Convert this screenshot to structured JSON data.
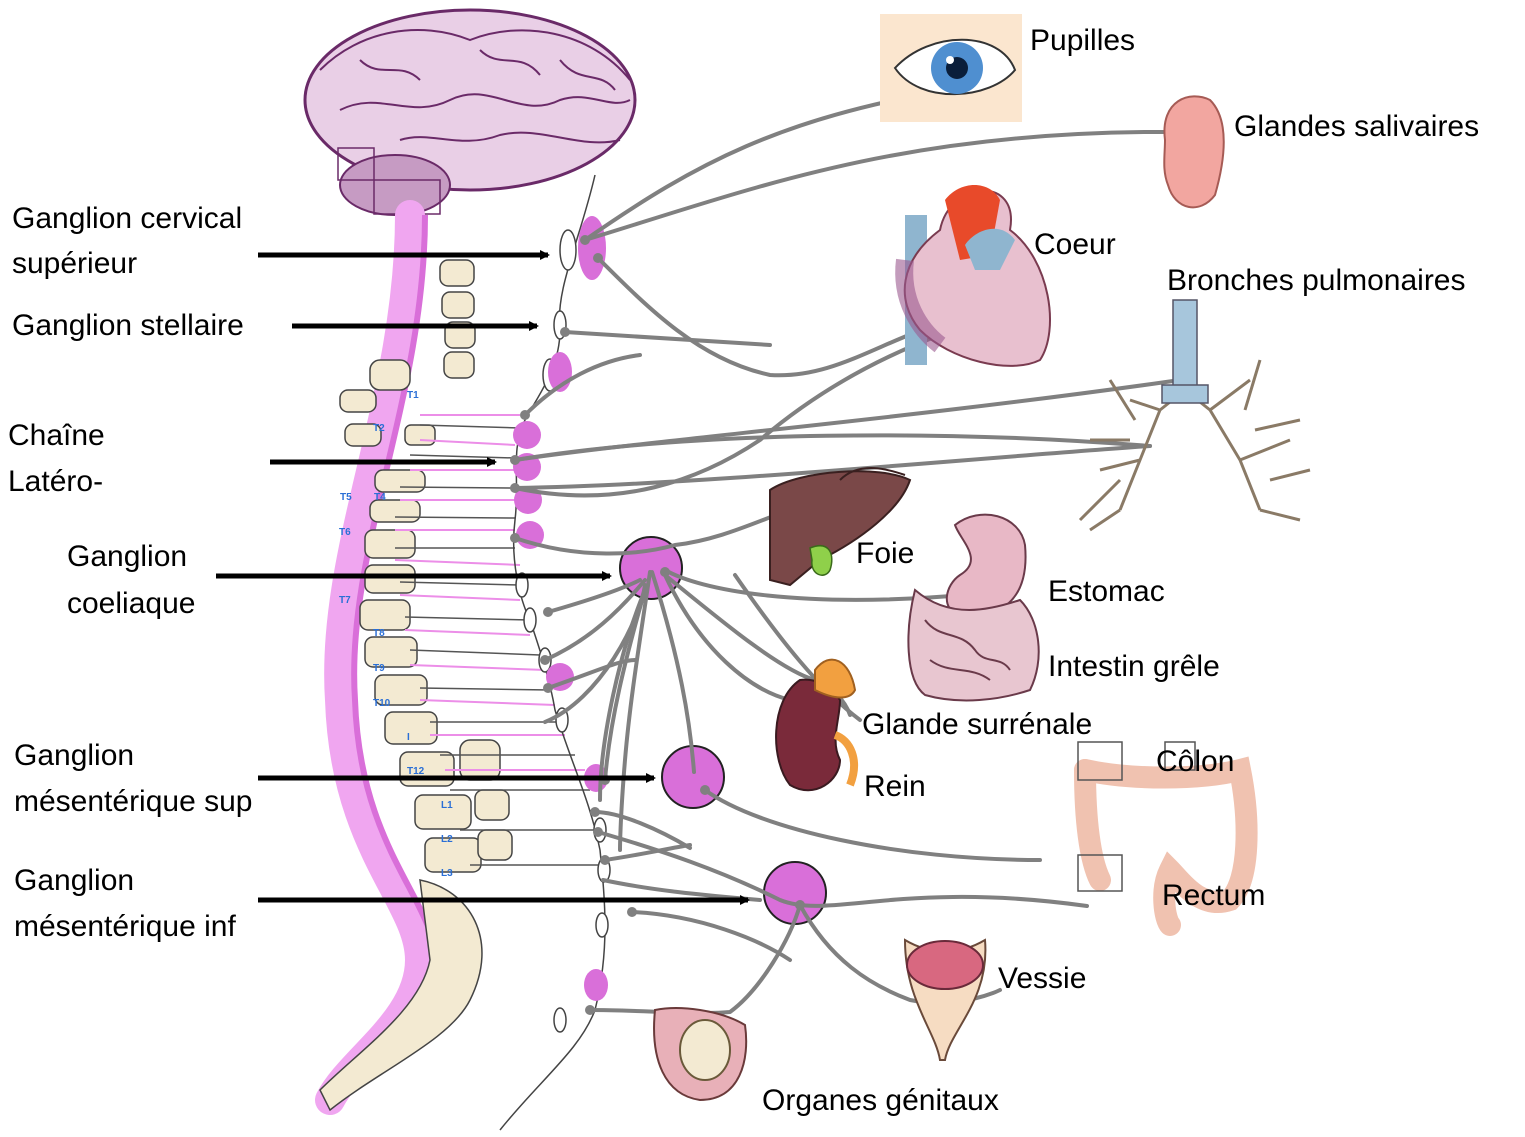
{
  "left_labels": {
    "ganglion_cervical_1": "Ganglion cervical",
    "ganglion_cervical_2": "supérieur",
    "ganglion_stellaire": "Ganglion stellaire",
    "chaine_1": "Chaîne",
    "chaine_2": "Latéro-",
    "coeliaque_1": "Ganglion",
    "coeliaque_2": "coeliaque",
    "mes_sup_1": "Ganglion",
    "mes_sup_2": "mésentérique sup",
    "mes_inf_1": "Ganglion",
    "mes_inf_2": "mésentérique inf"
  },
  "organ_labels": {
    "pupilles": "Pupilles",
    "glandes_salivaires": "Glandes salivaires",
    "coeur": "Coeur",
    "bronches": "Bronches pulmonaires",
    "foie": "Foie",
    "estomac": "Estomac",
    "intestin": "Intestin grêle",
    "surrenale": "Glande surrénale",
    "rein": "Rein",
    "colon": "Côlon",
    "rectum": "Rectum",
    "vessie": "Vessie",
    "genitaux": "Organes génitaux"
  },
  "vertebra_labels": [
    "T1",
    "T2",
    "T5",
    "T4",
    "T6",
    "T7",
    "T8",
    "T9",
    "T10",
    "I",
    "T12",
    "L1",
    "L2",
    "L3"
  ],
  "colors": {
    "nerve": "#7f7f7f",
    "ganglion": "#d96fd9",
    "spinal_cord": "#f0a6f0",
    "vertebra": "#f3ead2",
    "arrow": "#000000"
  }
}
